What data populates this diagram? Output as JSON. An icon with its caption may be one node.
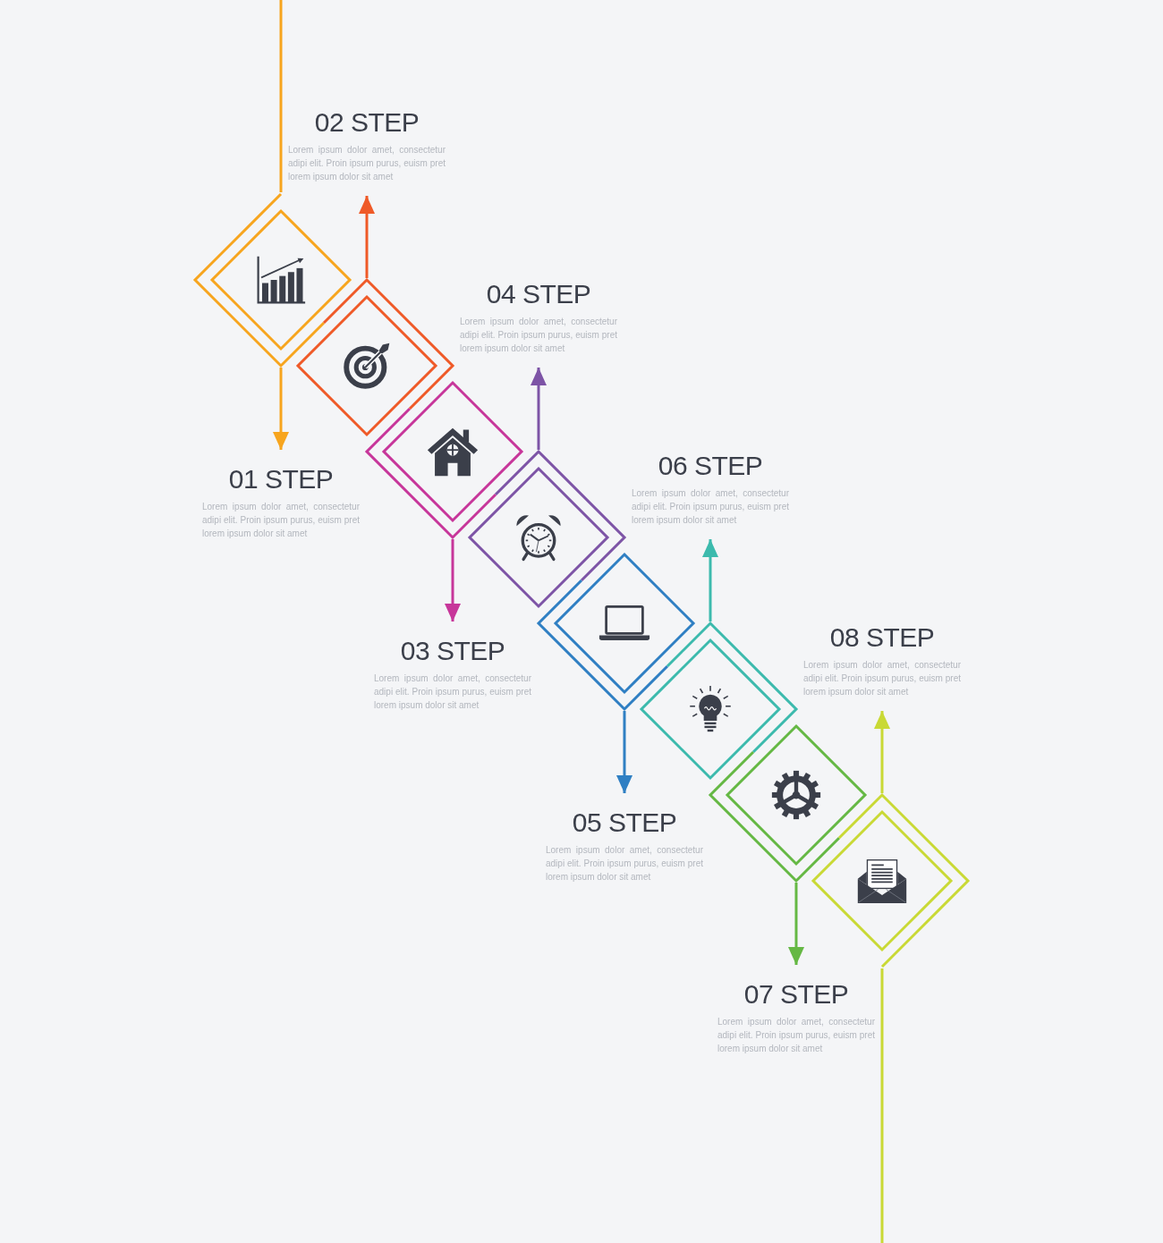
{
  "diagram": {
    "nodes": [
      {
        "text": [],
        "shape": "diamond"
      },
      {
        "text": [],
        "shape": "diamond"
      },
      {
        "text": [],
        "shape": "diamond"
      },
      {
        "text": [],
        "shape": "diamond"
      },
      {
        "text": [],
        "shape": "diamond"
      },
      {
        "text": [],
        "shape": "diamond"
      },
      {
        "text": [],
        "shape": "diamond"
      },
      {
        "text": [],
        "shape": "diamond"
      },
      {
        "text": [
          "01 STEP",
          "Lorem ipsum dolor amet, consectetur adipi elit. Proin ipsum purus, euism pret lorem ipsum dolor sit amet"
        ]
      },
      {
        "text": [
          "02 STEP",
          "Lorem ipsum dolor amet, consectetur adipi elit. Proin ipsum purus, euism pret lorem ipsum dolor sit amet"
        ]
      },
      {
        "text": [
          "03 STEP",
          "Lorem ipsum dolor amet, consectetur adipi elit. Proin ipsum purus, euism pret lorem ipsum dolor sit amet"
        ]
      },
      {
        "text": [
          "04 STEP",
          "Lorem ipsum dolor amet, consectetur adipi elit. Proin ipsum purus, euism pret lorem ipsum dolor sit amet"
        ]
      },
      {
        "text": [
          "05 STEP",
          "Lorem ipsum dolor amet, consectetur adipi elit. Proin ipsum purus, euism pret lorem ipsum dolor sit amet"
        ]
      },
      {
        "text": [
          "06 STEP",
          "Lorem ipsum dolor amet, consectetur adipi elit. Proin ipsum purus, euism pret lorem ipsum dolor sit amet"
        ]
      },
      {
        "text": [
          "07 STEP",
          "Lorem ipsum dolor amet, consectetur adipi elit. Proin ipsum purus, euism pret lorem ipsum dolor sit amet"
        ]
      },
      {
        "text": [
          "08 STEP",
          "Lorem ipsum dolor amet, consectetur adipi elit. Proin ipsum purus, euism pret lorem ipsum dolor sit amet"
        ]
      }
    ],
    "edges": [
      {
        "from": 0,
        "to": 8,
        "arrow": "to",
        "color": "#f7a51e"
      },
      {
        "from": 1,
        "to": 9,
        "arrow": "to",
        "color": "#ef5a28"
      },
      {
        "from": 2,
        "to": 10,
        "arrow": "to",
        "color": "#c7369a"
      },
      {
        "from": 3,
        "to": 11,
        "arrow": "to",
        "color": "#7d54a6"
      },
      {
        "from": 4,
        "to": 12,
        "arrow": "to",
        "color": "#2f7fc3"
      },
      {
        "from": 5,
        "to": 13,
        "arrow": "to",
        "color": "#3cbaad"
      },
      {
        "from": 6,
        "to": 14,
        "arrow": "to",
        "color": "#65b844"
      },
      {
        "from": 7,
        "to": 15,
        "arrow": "to",
        "color": "#c9d935"
      },
      {
        "from": null,
        "to": 0,
        "arrow": "none",
        "color": "#f7a51e"
      },
      {
        "from": 7,
        "to": null,
        "arrow": "none",
        "color": "#c9d935"
      }
    ]
  }
}
